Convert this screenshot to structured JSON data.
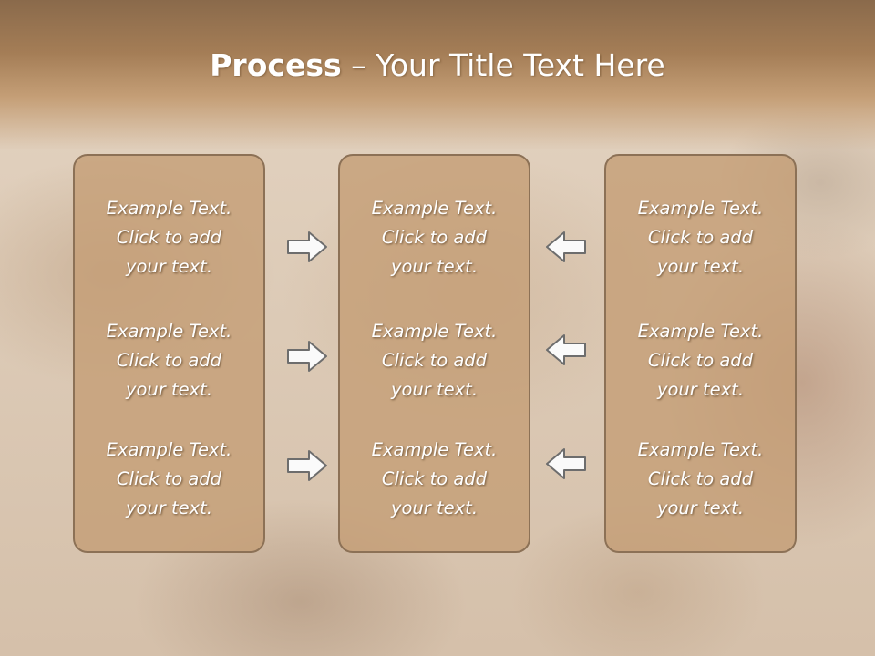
{
  "slide": {
    "title_bold": "Process",
    "title_rest": " – Your Title Text Here"
  },
  "columns": [
    {
      "items": [
        {
          "line1": "Example Text.",
          "line2": "Click  to add",
          "line3": "your text."
        },
        {
          "line1": "Example Text.",
          "line2": "Click  to add",
          "line3": "your text."
        },
        {
          "line1": "Example Text.",
          "line2": "Click  to add",
          "line3": "your text."
        }
      ]
    },
    {
      "items": [
        {
          "line1": "Example Text.",
          "line2": "Click  to add",
          "line3": "your text."
        },
        {
          "line1": "Example Text.",
          "line2": "Click  to add",
          "line3": "your text."
        },
        {
          "line1": "Example Text.",
          "line2": "Click  to add",
          "line3": "your text."
        }
      ]
    },
    {
      "items": [
        {
          "line1": "Example Text.",
          "line2": "Click  to add",
          "line3": "your text."
        },
        {
          "line1": "Example Text.",
          "line2": "Click  to add",
          "line3": "your text."
        },
        {
          "line1": "Example Text.",
          "line2": "Click  to add",
          "line3": "your text."
        }
      ]
    }
  ],
  "arrows": {
    "left_group": [
      "arrow-right-icon",
      "arrow-right-icon",
      "arrow-right-icon"
    ],
    "right_group": [
      "arrow-left-icon",
      "arrow-left-icon",
      "arrow-left-icon"
    ]
  },
  "colors": {
    "header": "#a47d56",
    "box_fill": "#c49e75",
    "box_border": "#8c7156",
    "text": "#ffffff"
  }
}
